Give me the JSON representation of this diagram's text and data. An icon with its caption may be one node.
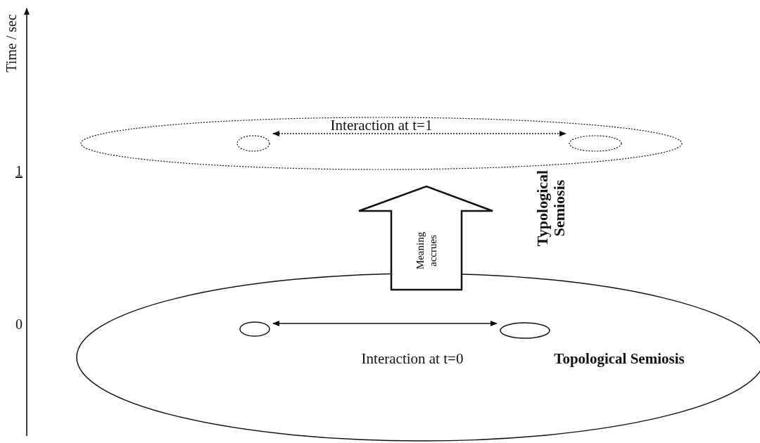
{
  "diagram": {
    "nodes": [
      {
        "text": [
          "Interaction at t=1"
        ]
      },
      {
        "text": [],
        "shape": "ellipse",
        "in": 0
      },
      {
        "text": [],
        "shape": "ellipse",
        "in": 0
      },
      {
        "text": [
          "Interaction at t=0",
          "Topological Semiosis"
        ]
      },
      {
        "text": [],
        "shape": "ellipse",
        "in": 3
      },
      {
        "text": [],
        "shape": "ellipse",
        "in": 3
      }
    ],
    "edges": [
      {
        "from": 1,
        "to": 2,
        "arrow": "both",
        "style": "dashed"
      },
      {
        "from": 4,
        "to": 5,
        "arrow": "both"
      },
      {
        "from": 3,
        "to": 0,
        "arrow": "to",
        "label": "Meaning accrues",
        "style": "thick"
      }
    ],
    "labels": [
      "Time / sec",
      "1",
      "0",
      "Typological Semiosis"
    ]
  }
}
